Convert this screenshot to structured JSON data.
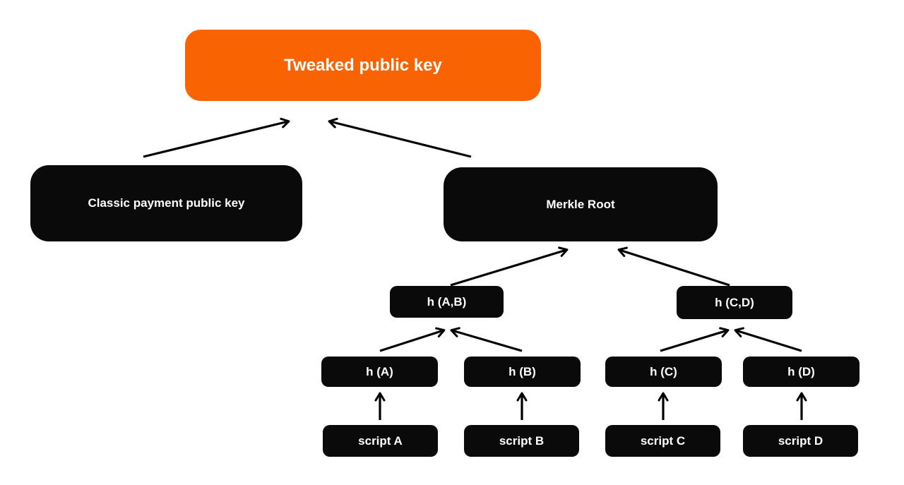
{
  "diagram": {
    "type": "tree",
    "description": "Taproot tweaked public key / Merkle tree of scripts",
    "nodes": {
      "tweaked": {
        "label": "Tweaked public key"
      },
      "classic": {
        "label": "Classic payment public key"
      },
      "merkle": {
        "label": "Merkle Root"
      },
      "hab": {
        "label": "h (A,B)"
      },
      "hcd": {
        "label": "h (C,D)"
      },
      "ha": {
        "label": "h (A)"
      },
      "hb": {
        "label": "h (B)"
      },
      "hc": {
        "label": "h (C)"
      },
      "hd": {
        "label": "h (D)"
      },
      "script_a": {
        "label": "script A"
      },
      "script_b": {
        "label": "script B"
      },
      "script_c": {
        "label": "script C"
      },
      "script_d": {
        "label": "script D"
      }
    },
    "edges": [
      {
        "from": "classic",
        "to": "tweaked"
      },
      {
        "from": "merkle",
        "to": "tweaked"
      },
      {
        "from": "hab",
        "to": "merkle"
      },
      {
        "from": "hcd",
        "to": "merkle"
      },
      {
        "from": "ha",
        "to": "hab"
      },
      {
        "from": "hb",
        "to": "hab"
      },
      {
        "from": "hc",
        "to": "hcd"
      },
      {
        "from": "hd",
        "to": "hcd"
      },
      {
        "from": "script_a",
        "to": "ha"
      },
      {
        "from": "script_b",
        "to": "hb"
      },
      {
        "from": "script_c",
        "to": "hc"
      },
      {
        "from": "script_d",
        "to": "hd"
      }
    ],
    "colors": {
      "highlight_orange": "#f96302",
      "node_black": "#0a0a0a",
      "text_white": "#ffffff",
      "arrow_black": "#000000",
      "background": "#ffffff"
    }
  }
}
